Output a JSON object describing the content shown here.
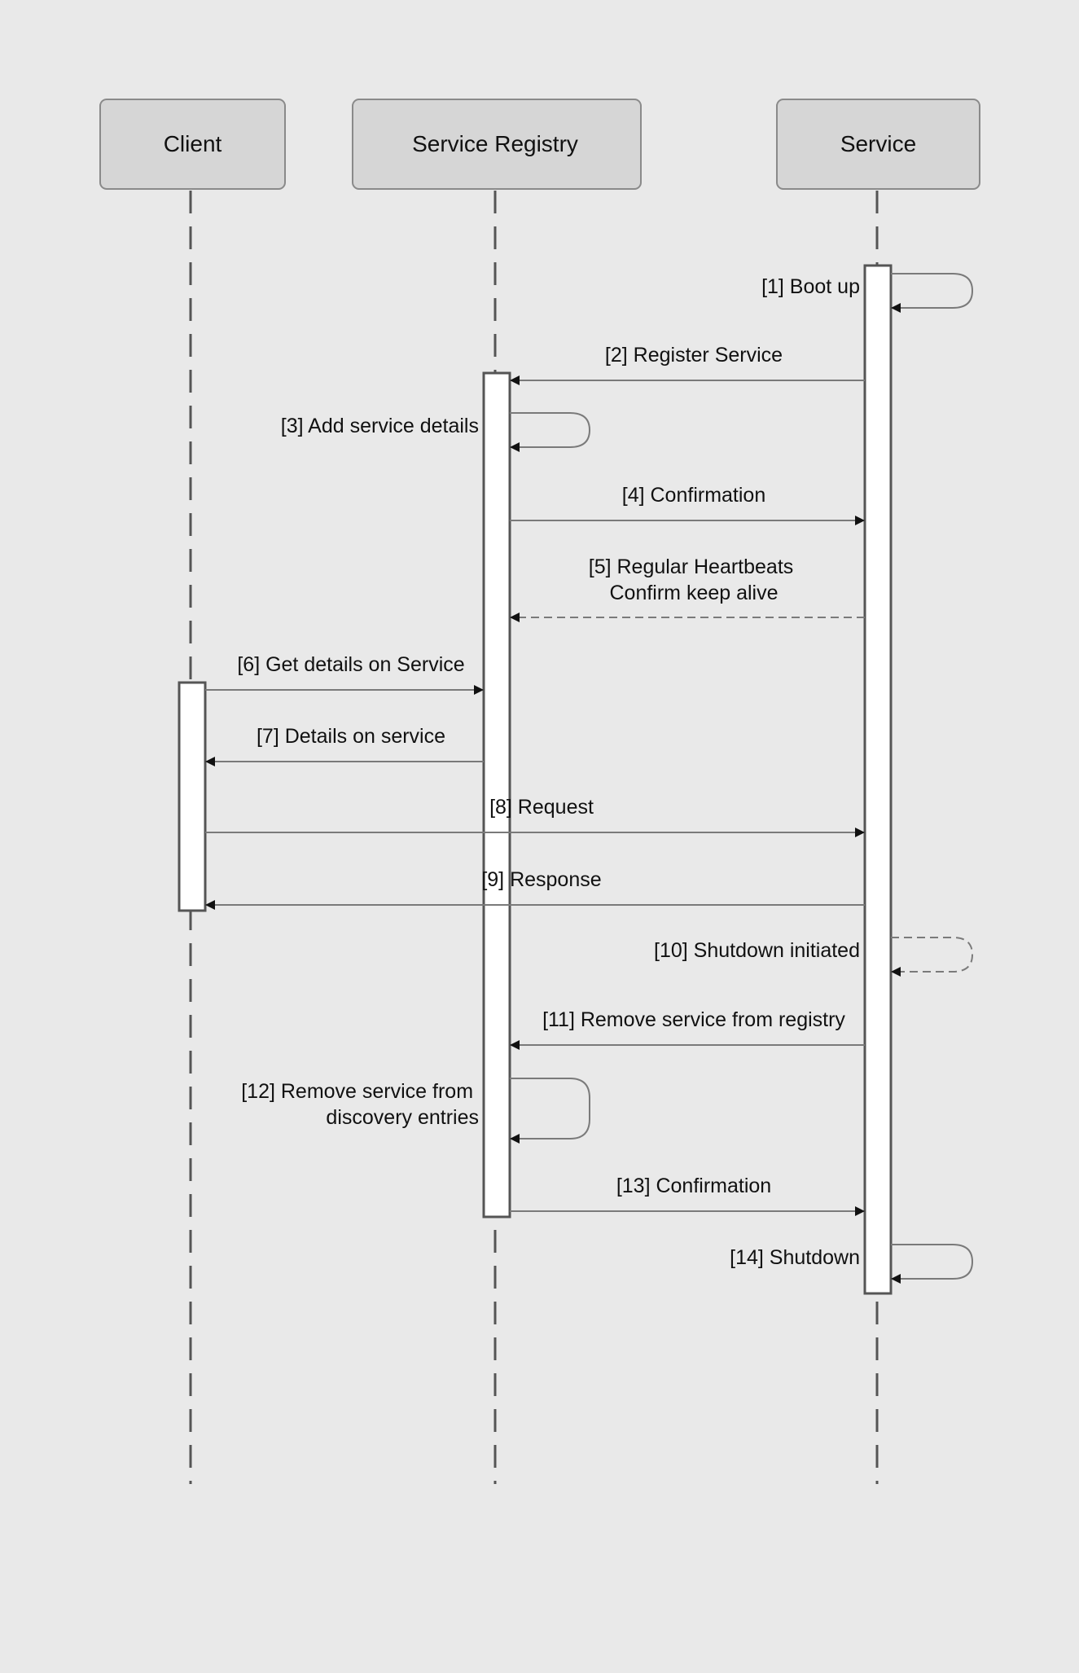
{
  "participants": [
    {
      "id": "client",
      "label": "Client"
    },
    {
      "id": "registry",
      "label": "Service Registry"
    },
    {
      "id": "service",
      "label": "Service"
    }
  ],
  "messages": [
    {
      "num": 1,
      "lines": [
        "[1] Boot up"
      ],
      "from": "service",
      "to": "service",
      "style": "solid"
    },
    {
      "num": 2,
      "lines": [
        "[2] Register Service"
      ],
      "from": "service",
      "to": "registry",
      "style": "solid"
    },
    {
      "num": 3,
      "lines": [
        "[3] Add service details"
      ],
      "from": "registry",
      "to": "registry",
      "style": "solid"
    },
    {
      "num": 4,
      "lines": [
        "[4] Confirmation"
      ],
      "from": "registry",
      "to": "service",
      "style": "solid"
    },
    {
      "num": 5,
      "lines": [
        "[5] Regular Heartbeats",
        "Confirm keep alive"
      ],
      "from": "service",
      "to": "registry",
      "style": "dashed"
    },
    {
      "num": 6,
      "lines": [
        "[6] Get details on Service"
      ],
      "from": "client",
      "to": "registry",
      "style": "solid"
    },
    {
      "num": 7,
      "lines": [
        "[7] Details on service"
      ],
      "from": "registry",
      "to": "client",
      "style": "solid"
    },
    {
      "num": 8,
      "lines": [
        "[8] Request"
      ],
      "from": "client",
      "to": "service",
      "style": "solid"
    },
    {
      "num": 9,
      "lines": [
        "[9] Response"
      ],
      "from": "service",
      "to": "client",
      "style": "solid"
    },
    {
      "num": 10,
      "lines": [
        "[10] Shutdown initiated"
      ],
      "from": "service",
      "to": "service",
      "style": "dashed"
    },
    {
      "num": 11,
      "lines": [
        "[11] Remove service from registry"
      ],
      "from": "service",
      "to": "registry",
      "style": "solid"
    },
    {
      "num": 12,
      "lines": [
        "[12] Remove service from",
        "discovery entries"
      ],
      "from": "registry",
      "to": "registry",
      "style": "solid"
    },
    {
      "num": 13,
      "lines": [
        "[13] Confirmation"
      ],
      "from": "registry",
      "to": "service",
      "style": "solid"
    },
    {
      "num": 14,
      "lines": [
        "[14] Shutdown"
      ],
      "from": "service",
      "to": "service",
      "style": "solid"
    }
  ],
  "colors": {
    "background": "#e9e9e9",
    "participant_fill": "#d6d6d6",
    "participant_stroke": "#8a8a8a",
    "lifeline": "#555555",
    "activation_stroke": "#555555",
    "arrow": "#7a7a7a"
  }
}
